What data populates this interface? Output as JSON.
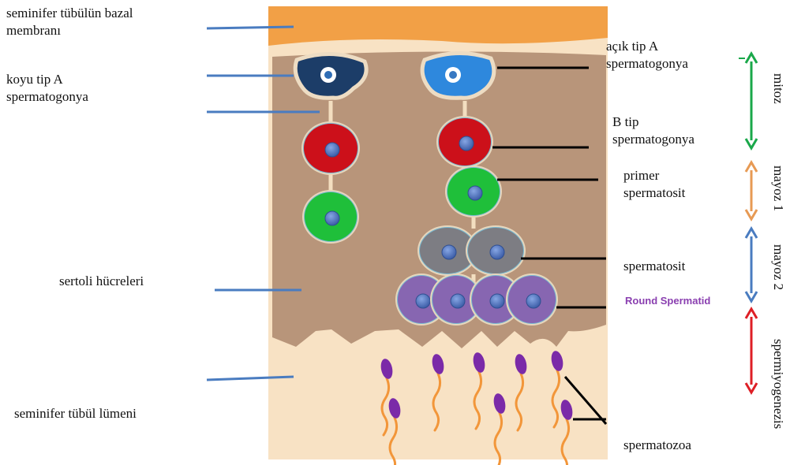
{
  "labels": {
    "basal_membrane": "seminifer tübülün bazal\nmembranı",
    "dark_a": "koyu tip A\nspermatogonya",
    "sertoli": "sertoli hücreleri",
    "lumen": "seminifer tübül lümeni",
    "pale_a": "açık tip A\nspermatogonya",
    "b_type": "B tip\nspermatogonya",
    "primary": "primer\nspermatosit",
    "spermatocyte": "spermatosit",
    "round_spermatid": "Round Spermatid",
    "spermatozoa": "spermatozoa"
  },
  "stages": {
    "mitosis": "mitoz",
    "meiosis1": "mayoz 1",
    "meiosis2": "mayoz 2",
    "spermiogenesis": "spermiyogenezis"
  },
  "colors": {
    "membrane": "#f2a046",
    "tissue": "#b8957a",
    "lumen": "#f8e2c4",
    "dark_a": "#1c3d68",
    "pale_a": "#2e88dd",
    "b_type": "#cc101a",
    "primary": "#1fbf3a",
    "secondary": "#7d7d83",
    "spermatid": "#8766b1",
    "sperm": "#7b2aa8",
    "tail": "#f2963a",
    "nucleus": "#4f72c0",
    "arrow_green": "#1aa84a",
    "arrow_orange": "#e79a54",
    "arrow_blue": "#4a7cc0",
    "arrow_red": "#de1f26",
    "pointer_blue": "#4a7cc0"
  }
}
